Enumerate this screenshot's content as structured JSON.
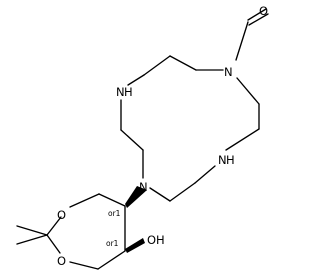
{
  "molecule": {
    "atoms": {
      "aldehyde_o": "O",
      "amide_n": "N",
      "nh_upper_left": "N",
      "nh_upper_left_h": "H",
      "nh_lower_right": "N",
      "nh_lower_right_h": "H",
      "tertiary_n": "N",
      "ring_o_upper": "O",
      "ring_o_lower": "O",
      "hydroxyl": "OH"
    },
    "stereo_labels": {
      "upper": "or1",
      "lower": "or1"
    }
  }
}
